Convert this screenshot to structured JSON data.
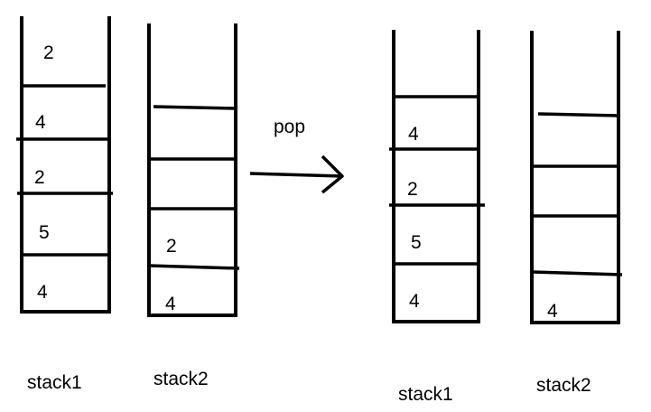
{
  "operation": "pop",
  "before": {
    "stack1": {
      "label": "stack1",
      "cells": [
        "2",
        "4",
        "2",
        "5",
        "4"
      ]
    },
    "stack2": {
      "label": "stack2",
      "cells": [
        "",
        "",
        "",
        "2",
        "4"
      ]
    }
  },
  "after": {
    "stack1": {
      "label": "stack1",
      "cells": [
        "",
        "4",
        "2",
        "5",
        "4"
      ]
    },
    "stack2": {
      "label": "stack2",
      "cells": [
        "",
        "",
        "",
        "",
        "4"
      ]
    }
  },
  "colors": {
    "stroke": "#000000",
    "background": "#ffffff"
  }
}
